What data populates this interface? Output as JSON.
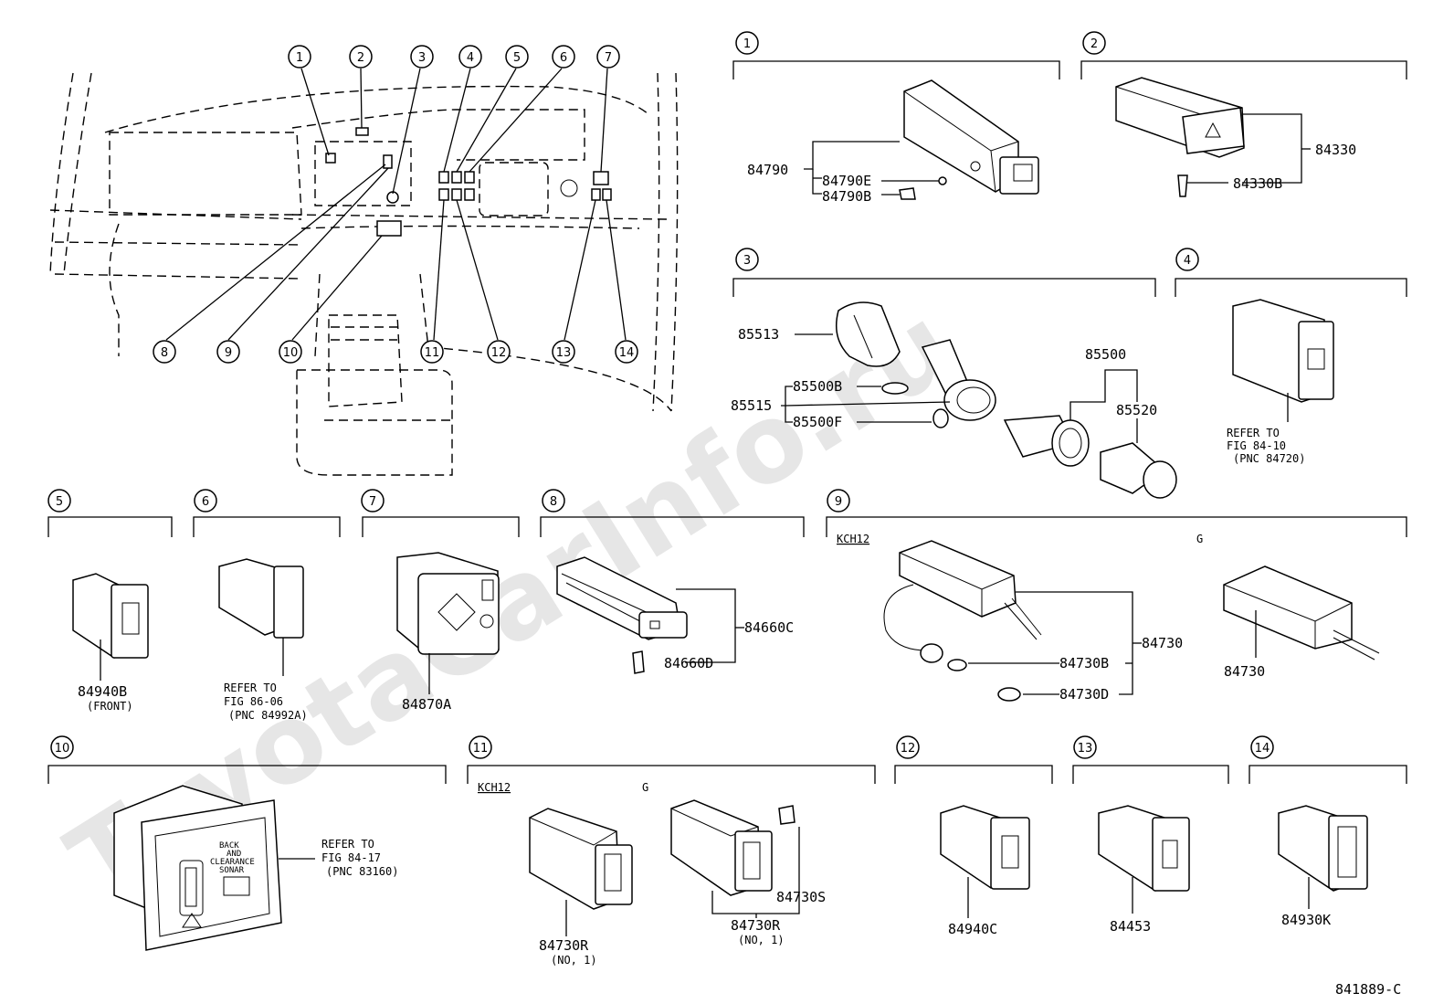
{
  "watermark": "ToyotaCarInfo.ru",
  "figure_code": "841889-C",
  "callout_numbers": [
    "1",
    "2",
    "3",
    "4",
    "5",
    "6",
    "7",
    "8",
    "9",
    "10",
    "11",
    "12",
    "13",
    "14"
  ],
  "panels": {
    "p1": {
      "num": "1",
      "parts": [
        "84790",
        "84790E",
        "84790B"
      ]
    },
    "p2": {
      "num": "2",
      "parts": [
        "84330",
        "84330B"
      ]
    },
    "p3": {
      "num": "3",
      "parts": [
        "85513",
        "85515",
        "85500B",
        "85500F",
        "85500",
        "85520"
      ]
    },
    "p4": {
      "num": "4",
      "ref": [
        "REFER TO",
        "FIG 84-10",
        "(PNC 84720)"
      ]
    },
    "p5": {
      "num": "5",
      "parts": [
        "84940B"
      ],
      "note": "(FRONT)"
    },
    "p6": {
      "num": "6",
      "ref": [
        "REFER TO",
        "FIG 86-06",
        "(PNC 84992A)"
      ]
    },
    "p7": {
      "num": "7",
      "parts": [
        "84870A"
      ]
    },
    "p8": {
      "num": "8",
      "parts": [
        "84660C",
        "84660D"
      ]
    },
    "p9": {
      "num": "9",
      "variant_a": "KCH12",
      "variant_b": "G",
      "parts": [
        "84730",
        "84730B",
        "84730D",
        "84730"
      ]
    },
    "p10": {
      "num": "10",
      "ref": [
        "REFER TO",
        "FIG 84-17",
        "(PNC 83160)"
      ],
      "switch_text": [
        "BACK",
        "AND",
        "CLEARANCE",
        "SONAR"
      ]
    },
    "p11": {
      "num": "11",
      "variant_a": "KCH12",
      "variant_b": "G",
      "parts": [
        "84730R",
        "84730S",
        "84730R"
      ],
      "notes": [
        "(NO, 1)",
        "(NO, 1)"
      ]
    },
    "p12": {
      "num": "12",
      "parts": [
        "84940C"
      ]
    },
    "p13": {
      "num": "13",
      "parts": [
        "84453"
      ]
    },
    "p14": {
      "num": "14",
      "parts": [
        "84930K"
      ]
    }
  }
}
